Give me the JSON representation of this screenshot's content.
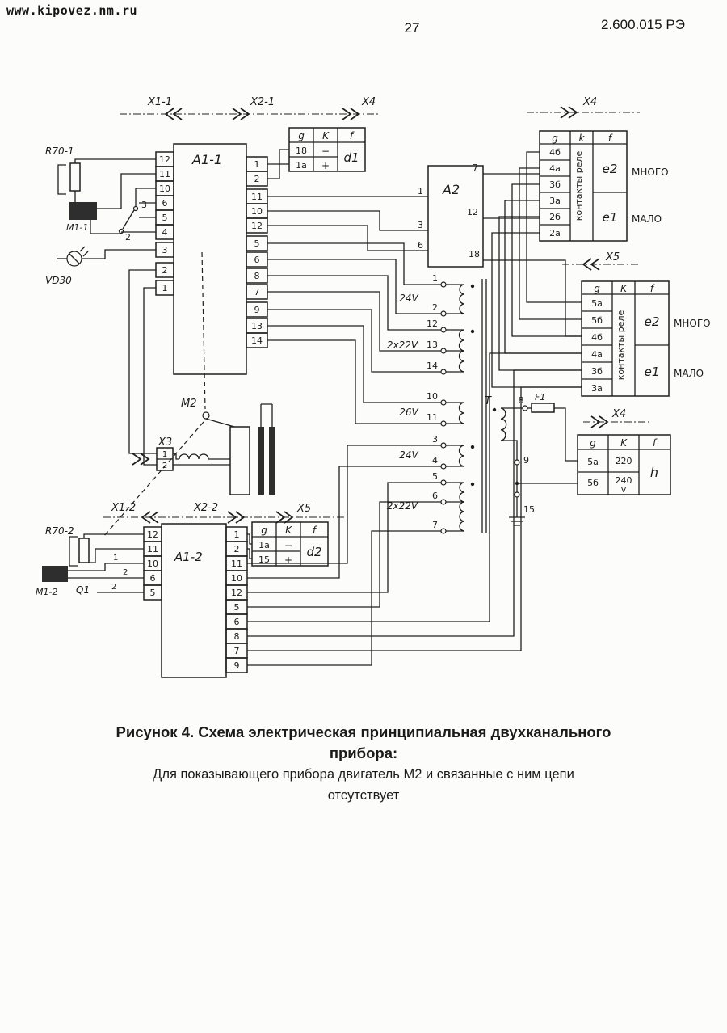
{
  "header": {
    "site": "www.kipovez.nm.ru",
    "page": "27",
    "doc": "2.600.015 РЭ"
  },
  "caption": {
    "line1": "Рисунок 4. Схема электрическая принципиальная двухканального",
    "line2": "прибора:",
    "line3": "Для показывающего прибора двигатель М2 и связанные с ним цепи",
    "line4": "отсутствует"
  },
  "connectors": {
    "x1_1": "X1-1",
    "x2_1": "X2-1",
    "x4_top": "X4",
    "x4_right": "X4",
    "x5_right": "X5",
    "x3": "X3",
    "x5_mid": "X5",
    "x1_2": "X1-2",
    "x2_2": "X2-2",
    "x4_fuse": "X4"
  },
  "blocks": {
    "a1_1": "A1-1",
    "a2": "A2",
    "a1_2": "A1-2"
  },
  "components": {
    "r70_1": "R70-1",
    "m1_1": "M1-1",
    "vd30": "VD30",
    "m2": "M2",
    "r70_2": "R70-2",
    "m1_2": "М1-2",
    "q1": "Q1",
    "t": "T",
    "f1": "F1"
  },
  "pins": {
    "a1_1_left": [
      "12",
      "11",
      "10",
      "6",
      "5",
      "4",
      "3",
      "2",
      "1"
    ],
    "x2_1": [
      "1",
      "2",
      "11",
      "10",
      "12",
      "5",
      "6",
      "8",
      "7",
      "9",
      "13",
      "14"
    ],
    "a1_2_left": [
      "12",
      "11",
      "10",
      "6",
      "5"
    ],
    "x2_2": [
      "1",
      "2",
      "11",
      "10",
      "12",
      "5",
      "6",
      "8",
      "7",
      "9"
    ],
    "a2": {
      "p1": "1",
      "p3": "3",
      "p6": "6",
      "p7": "7",
      "p12": "12",
      "p18": "18"
    },
    "x3": [
      "1",
      "2"
    ],
    "switch": [
      "3",
      "2"
    ],
    "marks": [
      "1",
      "2",
      "2"
    ]
  },
  "transformer": {
    "voltages": [
      "24V",
      "2x22V",
      "26V",
      "24V",
      "2x22V"
    ],
    "w1": [
      "1",
      "2"
    ],
    "w2": [
      "12",
      "13",
      "14"
    ],
    "w3": [
      "10",
      "11"
    ],
    "w4": [
      "3",
      "4"
    ],
    "w5": [
      "5",
      "6",
      "7"
    ],
    "p8": "8",
    "p9": "9",
    "p15": "15"
  },
  "tables": {
    "d1": {
      "h1": "g",
      "h2": "K",
      "h3": "f",
      "r1c1": "18",
      "r1c2": "−",
      "r2c1": "1a",
      "r2c2": "+",
      "device": "d1"
    },
    "d2": {
      "h1": "g",
      "h2": "K",
      "h3": "f",
      "r1c1": "1a",
      "r1c2": "−",
      "r2c1": "15",
      "r2c2": "+",
      "device": "d2"
    },
    "x4_top": {
      "h1": "g",
      "h2": "k",
      "h3": "f",
      "contacts": [
        "4б",
        "4а",
        "3б",
        "3а",
        "2б",
        "2а"
      ],
      "rotated": "контакты реле",
      "dev_top": "e2",
      "dev_bottom": "e1",
      "lbl_top": "МНОГО",
      "lbl_bottom": "МАЛО"
    },
    "x5": {
      "h1": "g",
      "h2": "K",
      "h3": "f",
      "contacts": [
        "5а",
        "5б",
        "4б",
        "4а",
        "3б",
        "3а"
      ],
      "rotated": "контакты реле",
      "dev_top": "e2",
      "dev_bottom": "e1",
      "lbl_top": "МНОГО",
      "lbl_bottom": "МАЛО"
    },
    "x4_bottom": {
      "h1": "g",
      "h2": "K",
      "h3": "f",
      "r1c1": "5а",
      "r1c2": "220",
      "r2c1": "5б",
      "r2c2": "240",
      "volt": "V",
      "device": "h"
    }
  }
}
